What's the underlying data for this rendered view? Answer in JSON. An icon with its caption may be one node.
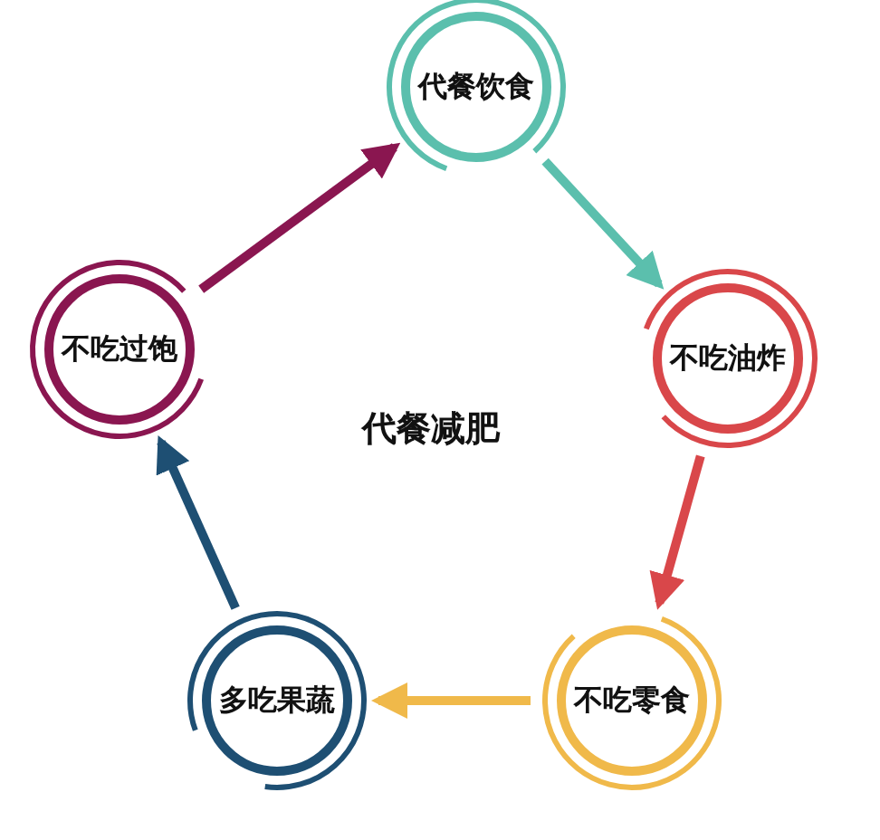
{
  "diagram": {
    "nodes": [
      {
        "text": [
          "代餐饮食"
        ]
      },
      {
        "text": [
          "不吃油炸"
        ]
      },
      {
        "text": [
          "不吃零食"
        ]
      },
      {
        "text": [
          "多吃果蔬"
        ]
      },
      {
        "text": [
          "不吃过饱"
        ]
      }
    ],
    "edges": [
      {
        "from": 4,
        "to": 0,
        "arrow": "to",
        "color": "#8a1650"
      },
      {
        "from": 0,
        "to": 1,
        "arrow": "to",
        "color": "#5bbfad"
      },
      {
        "from": 1,
        "to": 2,
        "arrow": "to",
        "color": "#d9474a"
      },
      {
        "from": 2,
        "to": 3,
        "arrow": "to",
        "color": "#f0b94a"
      },
      {
        "from": 3,
        "to": 4,
        "arrow": "to",
        "color": "#1e4f73"
      }
    ],
    "labels": [
      "代餐减肥"
    ]
  }
}
